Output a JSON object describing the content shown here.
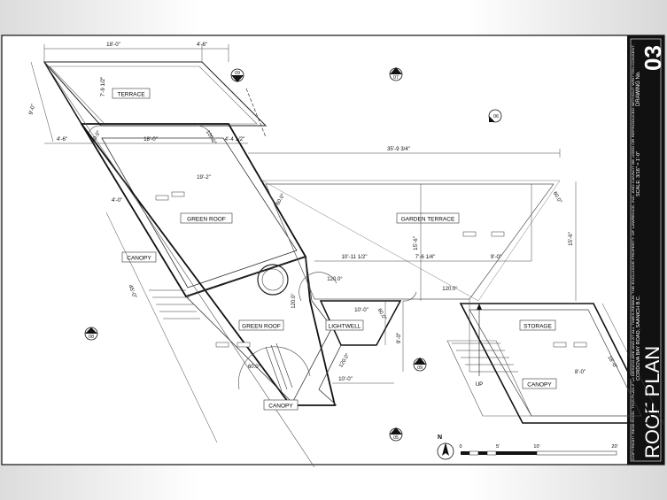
{
  "sheet": {
    "title": "ROOF PLAN",
    "address": "CORDOVA BAY ROAD, SAANICH B.C.",
    "scale": "SCALE: 3/16\" = 1'-0\"",
    "drawing_no_label": "DRAWING No.",
    "drawing_no": "03",
    "copyright": "COPYRIGHT RESERVED. THIS PLAN AND DESIGN ARE AND AT ALL TIMES REMAIN THE EXCLUSIVE PROPERTY OF LAWRENCE, INC. AND CANNOT BE USED OR REPRODUCED WITHOUT WRITTEN CONSENT."
  },
  "rooms": {
    "terrace": "TERRACE",
    "green_roof_1": "GREEN ROOF",
    "green_roof_2": "GREEN ROOF",
    "garden_terrace": "GARDEN TERRACE",
    "lightwell": "LIGHTWELL",
    "storage": "STORAGE",
    "canopy_1": "CANOPY",
    "canopy_2": "CANOPY",
    "canopy_3": "CANOPY"
  },
  "dimensions": {
    "d1": "18'-0\"",
    "d2": "4'-6\"",
    "d3": "7'-9 1/2\"",
    "d4": "9'-0\"",
    "d5": "4'-6\"",
    "d6": "18'-0\"",
    "d7": "4'-4 1/2\"",
    "d8": "35'-9 3/4\"",
    "d9": "19'-2\"",
    "d10": "4'-0\"",
    "d11": "10'-11 1/2\"",
    "d12": "7'-6 1/4\"",
    "d13": "9'-0\"",
    "d14": "15'-6\"",
    "d15": "15'-6\"",
    "d16": "10'-0\"",
    "d17": "9'-0\"",
    "d18": "10'-0\"",
    "d19": "18'-0\"",
    "d20": "8'-0\"",
    "d21": "45'-0\""
  },
  "angles": {
    "a1": "60.0°",
    "a2": "120.0°",
    "a3": "60.0°",
    "a4": "60.0°",
    "a5": "120.0°",
    "a6": "120.0°",
    "a7": "120.0°",
    "a8": "60.0°",
    "a9": "120.0°",
    "a10": "60.0°"
  },
  "markers": {
    "m05": "05",
    "m06": "06",
    "m07": "07",
    "m08": "08",
    "m09a": "09",
    "m09b": "09"
  },
  "up_label": "UP",
  "north_label": "N",
  "scale_bar": {
    "s0": "0",
    "s5": "5'",
    "s10": "10'",
    "s20": "20'"
  }
}
